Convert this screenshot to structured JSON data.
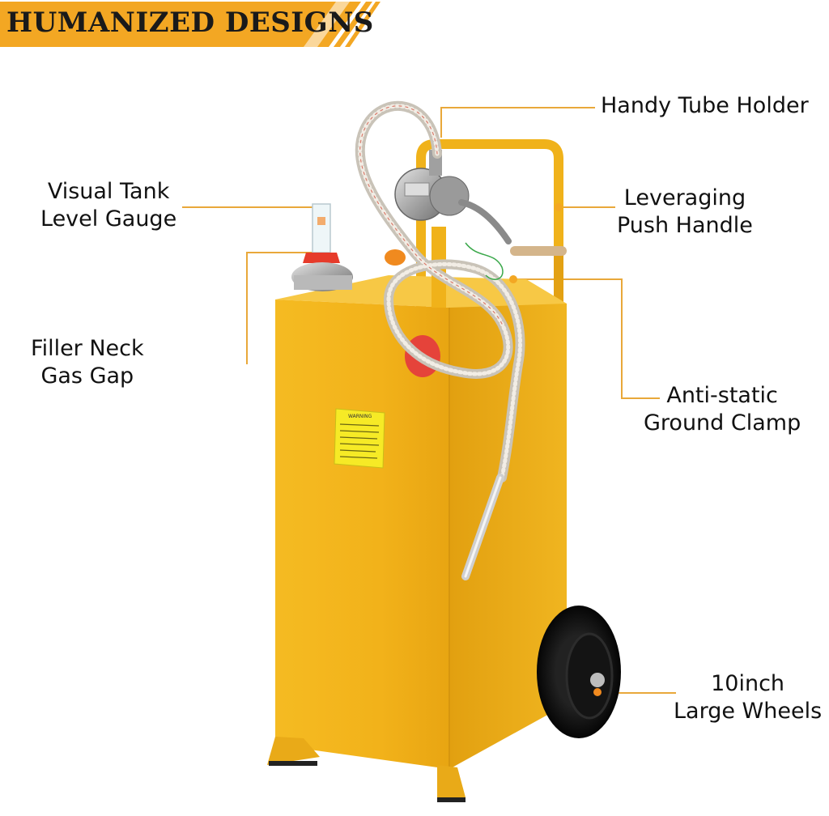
{
  "banner": {
    "title": "HUMANIZED DESIGNS"
  },
  "colors": {
    "accent": "#f3a723",
    "tank": "#f0b21a",
    "tank_dark": "#d99a10",
    "tank_light": "#f7c53a",
    "line": "#e9a83a"
  },
  "callouts": {
    "tube_holder": {
      "line1": "Handy Tube Holder"
    },
    "push_handle": {
      "line1": "Leveraging",
      "line2": "Push Handle"
    },
    "level_gauge": {
      "line1": "Visual Tank",
      "line2": "Level Gauge"
    },
    "filler_neck": {
      "line1": "Filler Neck",
      "line2": "Gas Gap"
    },
    "ground_clamp": {
      "line1": "Anti-static",
      "line2": "Ground Clamp"
    },
    "wheels": {
      "line1": "10inch",
      "line2": "Large Wheels"
    }
  },
  "product": {
    "warning_label": "WARNING"
  }
}
